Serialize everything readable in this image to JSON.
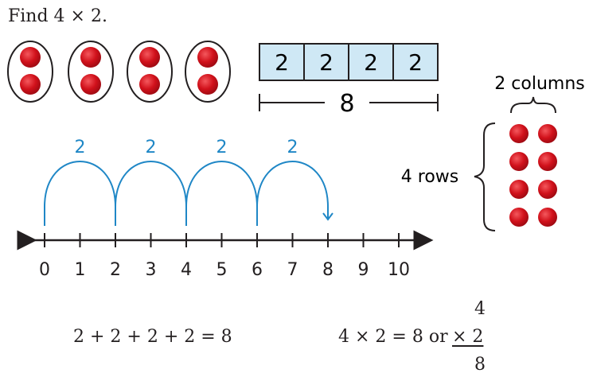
{
  "prompt": "Find 4 × 2.",
  "groups": {
    "count": 4,
    "dots_per_group": 2
  },
  "strip_model": {
    "cells": [
      "2",
      "2",
      "2",
      "2"
    ],
    "total": "8"
  },
  "array": {
    "rows": 4,
    "columns": 2,
    "columns_label": "2 columns",
    "rows_label": "4 rows"
  },
  "number_line": {
    "ticks": [
      "0",
      "1",
      "2",
      "3",
      "4",
      "5",
      "6",
      "7",
      "8",
      "9",
      "10"
    ],
    "jump_labels": [
      "2",
      "2",
      "2",
      "2"
    ],
    "jumps": [
      [
        0,
        2
      ],
      [
        2,
        4
      ],
      [
        4,
        6
      ],
      [
        6,
        8
      ]
    ]
  },
  "equations": {
    "addition": "2 + 2 + 2 + 2 = 8",
    "multiplication": "4 × 2 = 8 or",
    "vertical_top": "4",
    "vertical_middle": "× 2",
    "vertical_result": "8"
  },
  "colors": {
    "dot": "#d1111b",
    "strip_fill": "#cfe8f5",
    "jump": "#1f87c6",
    "ink": "#231f20"
  }
}
